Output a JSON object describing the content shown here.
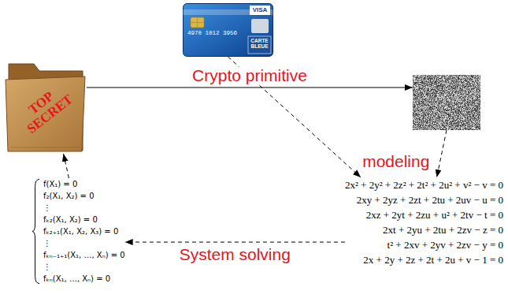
{
  "diagram": {
    "nodes": [
      {
        "text": [
          "TOP SECRET"
        ]
      },
      {
        "text": [
          "4970 1012 3956",
          "VISA",
          "CARTE BLEUE"
        ]
      },
      {
        "text": []
      },
      {
        "text": [
          "2x² + 2y² + 2z² + 2t² + 2u² + v² − v = 0",
          "2xy + 2yz + 2zt + 2tu + 2uv − u = 0",
          "2xz + 2yt + 2zu + u² + 2tv − t = 0",
          "2xt + 2yu + 2tu + 2zv − z = 0",
          "t² + 2xv + 2yv + 2zv − y = 0",
          "2x + 2y + 2z + 2t + 2u + v − 1 = 0"
        ]
      },
      {
        "text": [
          "f(X₁) = 0",
          "f₂(X₁, X₂) = 0",
          "⋮",
          "fₖ₂(X₁, X₂) = 0",
          "fₖ₂₊₁(X₁, X₂, X₃) = 0",
          "⋮",
          "fₖₙ₋₁₊₁(X₁, …, Xₙ) = 0",
          "⋮",
          "fₖₙ(X₁, …, Xₙ) = 0"
        ]
      }
    ],
    "edges": [
      {
        "from": 0,
        "to": 2,
        "arrow": "to",
        "label": "Crypto primitive"
      },
      {
        "from": 1,
        "to": 3,
        "arrow": "to"
      },
      {
        "from": 2,
        "to": 3,
        "arrow": "to",
        "label": "modeling"
      },
      {
        "from": 3,
        "to": 4,
        "arrow": "to",
        "label": "System solving"
      },
      {
        "from": 4,
        "to": 0,
        "arrow": "to"
      }
    ]
  }
}
